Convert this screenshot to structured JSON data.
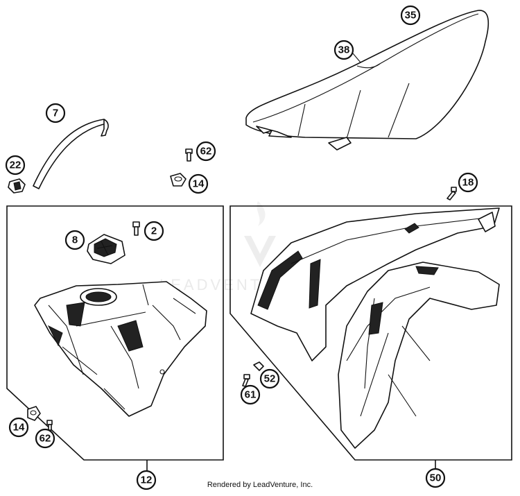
{
  "credit": "Rendered by LeadVenture, Inc.",
  "watermark": "LEADVENTURE",
  "callouts": {
    "c35": "35",
    "c38": "38",
    "c7": "7",
    "c22": "22",
    "c62_top": "62",
    "c14_top": "14",
    "c18": "18",
    "c8": "8",
    "c2": "2",
    "c52": "52",
    "c61": "61",
    "c14_bottom": "14",
    "c62_bottom": "62",
    "c12": "12",
    "c50": "50"
  }
}
